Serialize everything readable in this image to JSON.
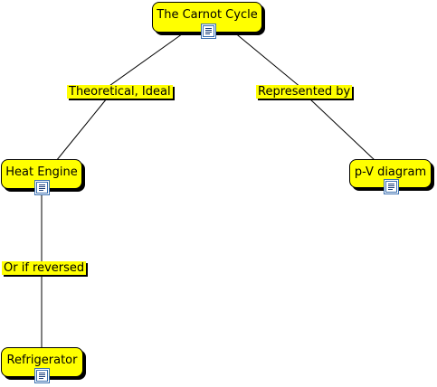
{
  "concept_map": {
    "nodes": {
      "carnot": {
        "label": "The Carnot Cycle",
        "icon": "document-icon"
      },
      "heat_engine": {
        "label": "Heat Engine",
        "icon": "document-icon"
      },
      "pv_diagram": {
        "label": "p-V diagram",
        "icon": "document-icon"
      },
      "refrigerator": {
        "label": "Refrigerator",
        "icon": "document-icon"
      }
    },
    "links": {
      "theoretical": "Theoretical, Ideal",
      "represented": "Represented by",
      "reversed": "Or if reversed"
    },
    "colors": {
      "node_fill": "#ffff00",
      "border": "#000000",
      "icon_border": "#3a6fb0"
    }
  }
}
